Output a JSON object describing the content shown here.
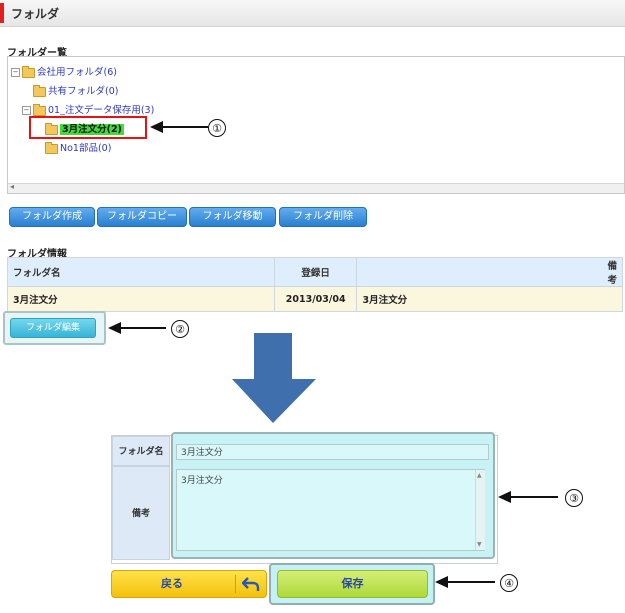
{
  "header": {
    "title": "フォルダ"
  },
  "tree_section": {
    "title": "フォルダー覧"
  },
  "tree": {
    "nodes": [
      {
        "label": "会社用フォルダ(6)",
        "toggle": "⊟"
      },
      {
        "label": "共有フォルダ(0)"
      },
      {
        "label": "01_注文データ保存用(3)",
        "toggle": "⊟"
      },
      {
        "label": "3月注文分(2)",
        "selected": true
      },
      {
        "label": "No1部品(0)"
      }
    ]
  },
  "buttons": {
    "create": "フォルダ作成",
    "copy": "フォルダコピー",
    "move": "フォルダ移動",
    "delete": "フォルダ削除",
    "edit": "フォルダ編集"
  },
  "info_section": {
    "title": "フォルダ情報",
    "headers": {
      "name": "フォルダ名",
      "date": "登録日",
      "note": "備考"
    },
    "row": {
      "name": "3月注文分",
      "date": "2013/03/04",
      "note": "3月注文分"
    }
  },
  "form": {
    "name_label": "フォルダ名",
    "name_value": "3月注文分",
    "note_label": "備考",
    "note_value": "3月注文分",
    "back_label": "戻る",
    "save_label": "保存"
  },
  "annotations": {
    "n1": "①",
    "n2": "②",
    "n3": "③",
    "n4": "④"
  },
  "colors": {
    "accent_red": "#e11f1f",
    "button_blue": "#2a7fcf",
    "selected_green": "#3fdc3a",
    "arrow_blue": "#3f6fad",
    "highlight_cyan": "#c7f3f6"
  }
}
